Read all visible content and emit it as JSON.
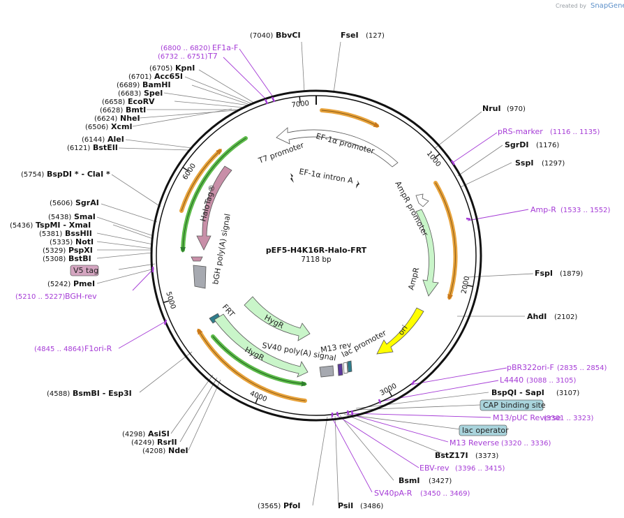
{
  "plasmid": {
    "name": "pEF5-H4K16R-Halo-FRT",
    "length_label": "7118 bp",
    "length": 7118
  },
  "credit": {
    "created_by": "Created by",
    "brand": "SnapGene"
  },
  "ticks": [
    {
      "pos": 1000,
      "label": "1000"
    },
    {
      "pos": 2000,
      "label": "2000"
    },
    {
      "pos": 3000,
      "label": "3000"
    },
    {
      "pos": 4000,
      "label": "4000"
    },
    {
      "pos": 5000,
      "label": "5000"
    },
    {
      "pos": 6000,
      "label": "6000"
    },
    {
      "pos": 7000,
      "label": "7000"
    }
  ],
  "sites": [
    {
      "name": "BbvCI",
      "pos_text": "(7040)",
      "pos": 7040
    },
    {
      "name": "FseI",
      "pos_text": "(127)",
      "pos": 127
    },
    {
      "name": "KpnI",
      "pos_text": "(6705)",
      "pos": 6705
    },
    {
      "name": "Acc65I",
      "pos_text": "(6701)",
      "pos": 6701
    },
    {
      "name": "BamHI",
      "pos_text": "(6689)",
      "pos": 6689
    },
    {
      "name": "SpeI",
      "pos_text": "(6683)",
      "pos": 6683
    },
    {
      "name": "EcoRV",
      "pos_text": "(6658)",
      "pos": 6658
    },
    {
      "name": "BmtI",
      "pos_text": "(6628)",
      "pos": 6628
    },
    {
      "name": "NheI",
      "pos_text": "(6624)",
      "pos": 6624
    },
    {
      "name": "XcmI",
      "pos_text": "(6506)",
      "pos": 6506
    },
    {
      "name": "AleI",
      "pos_text": "(6144)",
      "pos": 6144
    },
    {
      "name": "BstEII",
      "pos_text": "(6121)",
      "pos": 6121
    },
    {
      "name": "BspDI * - ClaI *",
      "pos_text": "(5754)",
      "pos": 5754
    },
    {
      "name": "SgrAI",
      "pos_text": "(5606)",
      "pos": 5606
    },
    {
      "name": "SmaI",
      "pos_text": "(5438)",
      "pos": 5438
    },
    {
      "name": "TspMI - XmaI",
      "pos_text": "(5436)",
      "pos": 5436
    },
    {
      "name": "BssHII",
      "pos_text": "(5381)",
      "pos": 5381
    },
    {
      "name": "NotI",
      "pos_text": "(5335)",
      "pos": 5335
    },
    {
      "name": "PspXI",
      "pos_text": "(5329)",
      "pos": 5329
    },
    {
      "name": "BstBI",
      "pos_text": "(5308)",
      "pos": 5308
    },
    {
      "name": "PmeI",
      "pos_text": "(5242)",
      "pos": 5242
    },
    {
      "name": "BsmBI - Esp3I",
      "pos_text": "(4588)",
      "pos": 4588
    },
    {
      "name": "AsiSI",
      "pos_text": "(4298)",
      "pos": 4298
    },
    {
      "name": "RsrII",
      "pos_text": "(4249)",
      "pos": 4249
    },
    {
      "name": "NdeI",
      "pos_text": "(4208)",
      "pos": 4208
    },
    {
      "name": "PfoI",
      "pos_text": "(3565)",
      "pos": 3565
    },
    {
      "name": "PsiI",
      "pos_text": "(3486)",
      "pos": 3486
    },
    {
      "name": "BsmI",
      "pos_text": "(3427)",
      "pos": 3427
    },
    {
      "name": "BstZ17I",
      "pos_text": "(3373)",
      "pos": 3373
    },
    {
      "name": "BspQI - SapI",
      "pos_text": "(3107)",
      "pos": 3107
    },
    {
      "name": "AhdI",
      "pos_text": "(2102)",
      "pos": 2102
    },
    {
      "name": "FspI",
      "pos_text": "(1879)",
      "pos": 1879
    },
    {
      "name": "SspI",
      "pos_text": "(1297)",
      "pos": 1297
    },
    {
      "name": "SgrDI",
      "pos_text": "(1176)",
      "pos": 1176
    },
    {
      "name": "NruI",
      "pos_text": "(970)",
      "pos": 970
    }
  ],
  "primers": [
    {
      "name": "EF1a-F",
      "range_text": "(6800 .. 6820)",
      "pos": 6810
    },
    {
      "name": "T7",
      "range_text": "(6732 .. 6751)",
      "pos": 6741
    },
    {
      "name": "BGH-rev",
      "range_text": "(5210 .. 5227)",
      "pos": 5218
    },
    {
      "name": "F1ori-R",
      "range_text": "(4845 .. 4864)",
      "pos": 4854
    },
    {
      "name": "pRS-marker",
      "range_text": "(1116 .. 1135)",
      "pos": 1125
    },
    {
      "name": "Amp-R",
      "range_text": "(1533 .. 1552)",
      "pos": 1542
    },
    {
      "name": "pBR322ori-F",
      "range_text": "(2835 .. 2854)",
      "pos": 2844
    },
    {
      "name": "L4440",
      "range_text": "(3088 .. 3105)",
      "pos": 3096
    },
    {
      "name": "M13/pUC Reverse",
      "range_text": "(3301 .. 3323)",
      "pos": 3312
    },
    {
      "name": "M13 Reverse",
      "range_text": "(3320 .. 3336)",
      "pos": 3328
    },
    {
      "name": "EBV-rev",
      "range_text": "(3396 .. 3415)",
      "pos": 3405
    },
    {
      "name": "SV40pA-R",
      "range_text": "(3450 .. 3469)",
      "pos": 3459
    }
  ],
  "boxed_labels": [
    {
      "name": "V5 tag",
      "color": "#d4a5c0"
    },
    {
      "name": "CAP binding site",
      "color": "#a9d4dc"
    },
    {
      "name": "lac operator",
      "color": "#a9d4dc"
    }
  ],
  "features": [
    {
      "name": "EF-1α promoter",
      "color": "#ffffff"
    },
    {
      "name": "T7 promoter",
      "color": "#ffffff"
    },
    {
      "name": "EF-1α intron A",
      "color": "#ffffff"
    },
    {
      "name": "AmpR promoter",
      "color": "#ffffff"
    },
    {
      "name": "AmpR",
      "color": "#c9f5c9"
    },
    {
      "name": "ori",
      "color": "#ffff00"
    },
    {
      "name": "HaloTag®",
      "color": "#c88fa8"
    },
    {
      "name": "bGH poly(A) signal",
      "color": "#a6a9b0"
    },
    {
      "name": "FRT",
      "color": "#2e7d8c"
    },
    {
      "name": "HygR",
      "color": "#c9f5c9"
    },
    {
      "name": "SV40 poly(A) signal",
      "color": "#a6a9b0"
    },
    {
      "name": "M13 rev",
      "color": "#ffffff"
    },
    {
      "name": "lac promoter",
      "color": "#ffffff"
    }
  ],
  "colors": {
    "primer": "#a53bd6",
    "orf_orange": "#e8a33c",
    "orf_green": "#4fa83d",
    "site_line": "#777777"
  }
}
